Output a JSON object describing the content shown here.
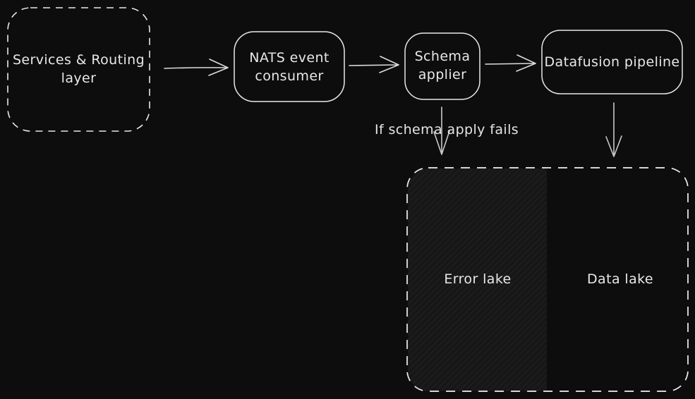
{
  "canvas": {
    "background": "#0d0d0d",
    "stroke": "#e8e8e8"
  },
  "nodes": {
    "services": {
      "label": "Services & Routing layer",
      "border": "dashed"
    },
    "nats": {
      "label": "NATS event consumer",
      "border": "solid"
    },
    "schema": {
      "label": "Schema applier",
      "border": "solid"
    },
    "datafusion": {
      "label": "Datafusion pipeline",
      "border": "solid"
    },
    "lakes": {
      "border": "dashed"
    },
    "error_lake": {
      "label": "Error lake",
      "fill": "diagonal-hatch"
    },
    "data_lake": {
      "label": "Data lake",
      "fill": "none"
    }
  },
  "edges": [
    {
      "from": "services",
      "to": "nats",
      "label": ""
    },
    {
      "from": "nats",
      "to": "schema",
      "label": ""
    },
    {
      "from": "schema",
      "to": "datafusion",
      "label": ""
    },
    {
      "from": "schema",
      "to": "error_lake",
      "label": "If schema apply fails"
    },
    {
      "from": "datafusion",
      "to": "data_lake",
      "label": ""
    }
  ]
}
